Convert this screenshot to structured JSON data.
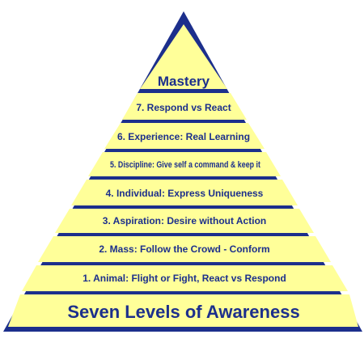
{
  "diagram": {
    "apex_label": "Mastery",
    "levels": [
      {
        "label": "7. Respond vs React"
      },
      {
        "label": "6. Experience: Real Learning"
      },
      {
        "label": "5. Discipline: Give self a command & keep it"
      },
      {
        "label": "4. Individual: Express Uniqueness"
      },
      {
        "label": "3. Aspiration: Desire without Action"
      },
      {
        "label": "2. Mass: Follow the Crowd - Conform"
      },
      {
        "label": "1. Animal: Flight or Fight, React vs Respond"
      }
    ],
    "base_label": "Seven Levels of Awareness"
  },
  "colors": {
    "outline": "#1c2f8c",
    "fill": "#ffff99",
    "text": "#1c2f8c"
  }
}
